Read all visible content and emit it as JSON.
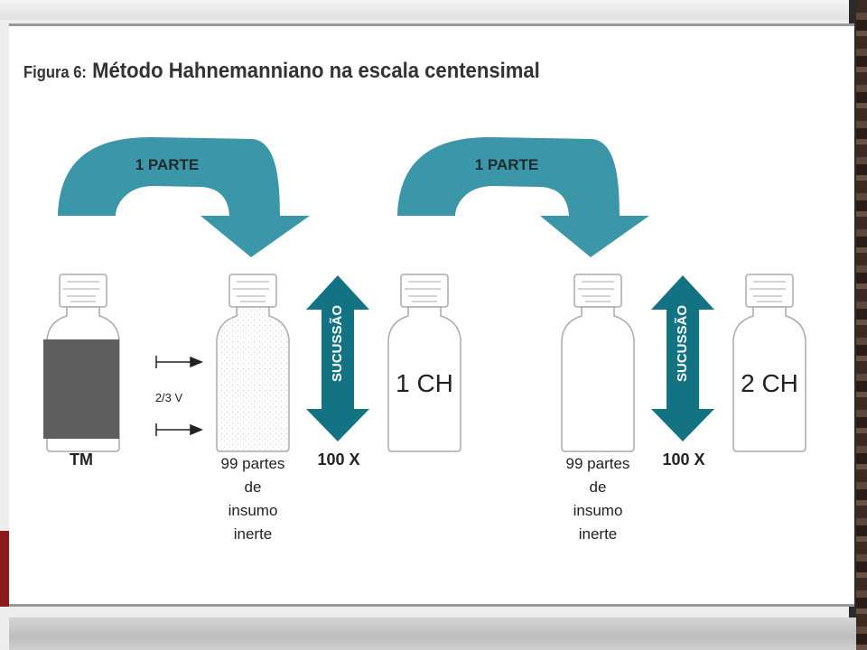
{
  "figure": {
    "label": "Figura 6:",
    "title": "Método Hahnemanniano na escala centensimal"
  },
  "transfers": [
    {
      "label": "1 PARTE"
    },
    {
      "label": "1 PARTE"
    }
  ],
  "bottles": [
    {
      "label": "TM"
    },
    {
      "label": "99 partes de insumo inerte",
      "lines": [
        "99 partes",
        "de",
        "insumo",
        "inerte"
      ]
    },
    {
      "label": "1 CH"
    },
    {
      "label": "99 partes de insumo inerte",
      "lines": [
        "99 partes",
        "de",
        "insumo",
        "inerte"
      ]
    },
    {
      "label": "2 CH"
    }
  ],
  "volume_marker": {
    "label": "2/3 V"
  },
  "succussions": [
    {
      "label": "SUCUSSÃO",
      "count": "100 X"
    },
    {
      "label": "SUCUSSÃO",
      "count": "100 X"
    }
  ],
  "colors": {
    "accent": "#3b97a7",
    "double_arrow": "#147383",
    "tincture": "#5e5e5e"
  }
}
